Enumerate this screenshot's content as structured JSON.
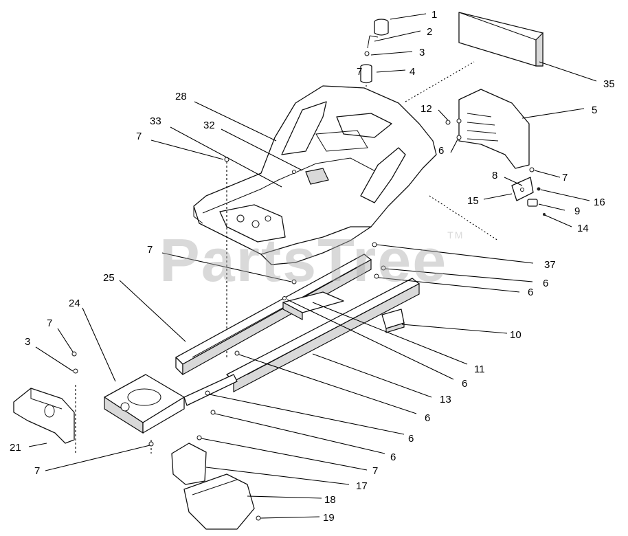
{
  "watermark": {
    "text": "PartsTree",
    "mark": "TM"
  },
  "callouts": [
    {
      "id": "c1",
      "label": "1"
    },
    {
      "id": "c2",
      "label": "2"
    },
    {
      "id": "c3",
      "label": "3"
    },
    {
      "id": "c4",
      "label": "4"
    },
    {
      "id": "c4b",
      "label": "7"
    },
    {
      "id": "c35",
      "label": "35"
    },
    {
      "id": "c28",
      "label": "28"
    },
    {
      "id": "c5",
      "label": "5"
    },
    {
      "id": "c12",
      "label": "12"
    },
    {
      "id": "c33",
      "label": "33"
    },
    {
      "id": "c32",
      "label": "32"
    },
    {
      "id": "c7a",
      "label": "7"
    },
    {
      "id": "c6a",
      "label": "6"
    },
    {
      "id": "c7b",
      "label": "7"
    },
    {
      "id": "c8",
      "label": "8"
    },
    {
      "id": "c16",
      "label": "16"
    },
    {
      "id": "c15",
      "label": "15"
    },
    {
      "id": "c9",
      "label": "9"
    },
    {
      "id": "c14",
      "label": "14"
    },
    {
      "id": "c7c",
      "label": "7"
    },
    {
      "id": "c37",
      "label": "37"
    },
    {
      "id": "c6b",
      "label": "6"
    },
    {
      "id": "c25",
      "label": "25"
    },
    {
      "id": "c6c",
      "label": "6"
    },
    {
      "id": "c24",
      "label": "24"
    },
    {
      "id": "c10",
      "label": "10"
    },
    {
      "id": "c7d",
      "label": "7"
    },
    {
      "id": "c11",
      "label": "11"
    },
    {
      "id": "c3b",
      "label": "3"
    },
    {
      "id": "c6d",
      "label": "6"
    },
    {
      "id": "c13",
      "label": "13"
    },
    {
      "id": "c6e",
      "label": "6"
    },
    {
      "id": "c6f",
      "label": "6"
    },
    {
      "id": "c21",
      "label": "21"
    },
    {
      "id": "c6g",
      "label": "6"
    },
    {
      "id": "c7e",
      "label": "7"
    },
    {
      "id": "c7f",
      "label": "7"
    },
    {
      "id": "c17",
      "label": "17"
    },
    {
      "id": "c18",
      "label": "18"
    },
    {
      "id": "c19",
      "label": "19"
    }
  ]
}
